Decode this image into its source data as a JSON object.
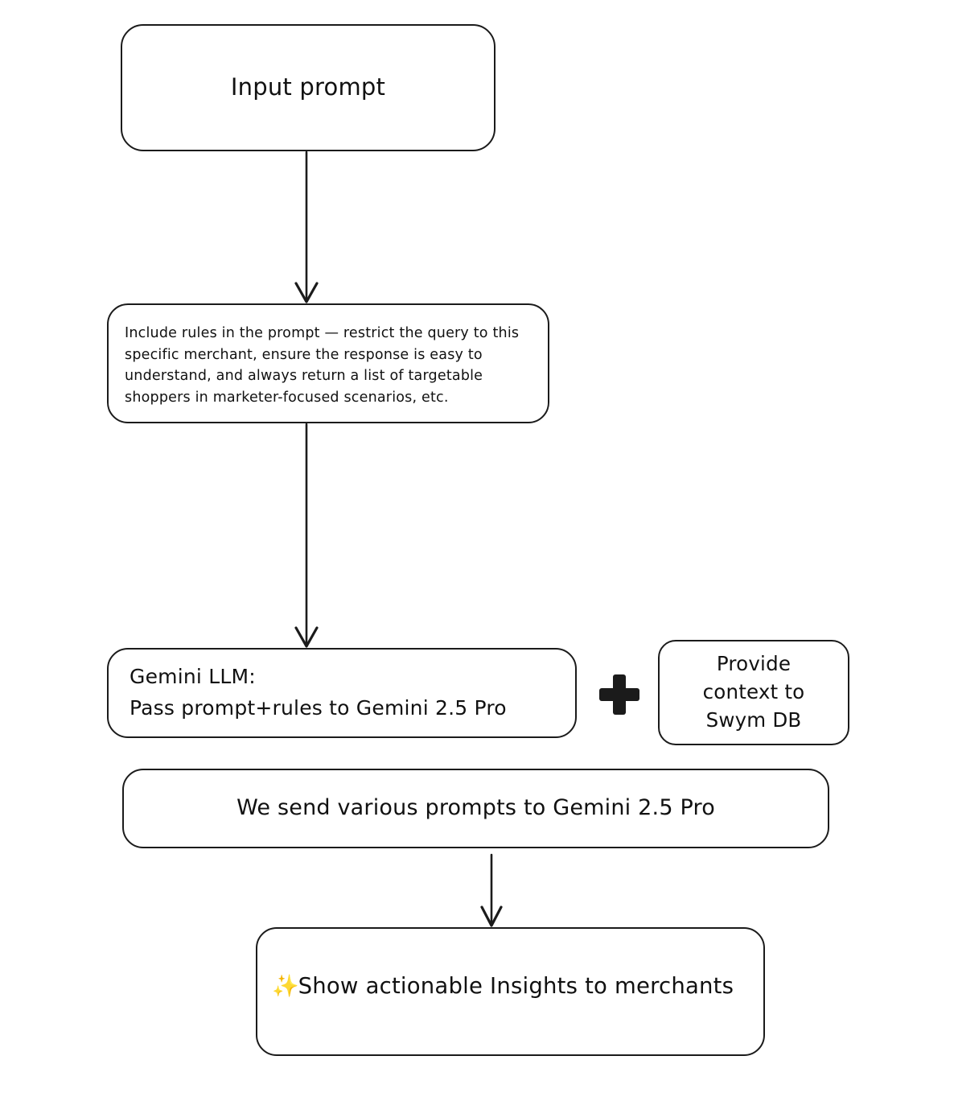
{
  "diagram": {
    "title": "Gemini prompt pipeline flowchart",
    "background_color": "#ffffff",
    "stroke_color": "#1b1b1b",
    "accent_color": "#f5c33b",
    "nodes": {
      "input_prompt": {
        "label": "Input prompt"
      },
      "rules": {
        "label": "Include rules in the prompt — restrict the query to this specific merchant, ensure the response is easy to understand, and always return a list of targetable shoppers in marketer-focused scenarios, etc."
      },
      "gemini_llm": {
        "line1": "Gemini LLM:",
        "line2": "Pass prompt+rules to Gemini 2.5 Pro"
      },
      "swym_context": {
        "line1": "Provide",
        "line2": "context to",
        "line3": "Swym DB"
      },
      "send_prompts": {
        "label": "We send various prompts to Gemini 2.5 Pro"
      },
      "insights": {
        "sparkle": "✨",
        "label": "Show actionable Insights to merchants"
      }
    },
    "operators": {
      "plus": "+"
    },
    "connectors": [
      {
        "name": "input-to-rules",
        "from": "input_prompt",
        "to": "rules"
      },
      {
        "name": "rules-to-gemini",
        "from": "rules",
        "to": "gemini_llm"
      },
      {
        "name": "send-to-insights",
        "from": "send_prompts",
        "to": "insights"
      }
    ]
  }
}
